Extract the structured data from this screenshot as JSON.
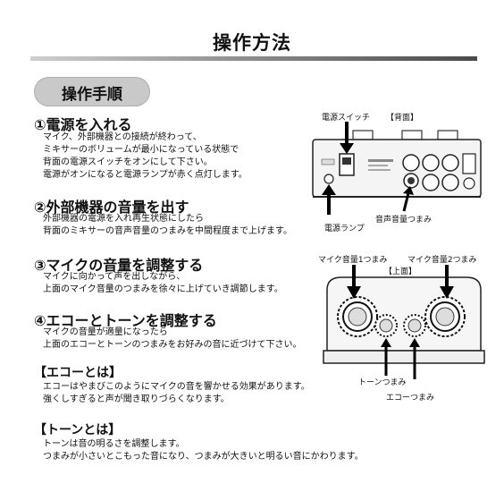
{
  "page_title": "操作方法",
  "section_pill": "操作手順",
  "steps": [
    {
      "title": "①電源を入れる",
      "lines": [
        "マイク、外部機器との接続が終わって、",
        "ミキサーのボリュームが最小になっている状態で",
        "背面の電源スイッチをオンにして下さい。",
        "電源がオンになると電源ランプが赤く点灯します。"
      ]
    },
    {
      "title": "②外部機器の音量を出す",
      "lines": [
        "外部機器の電源を入れ再生状態にしたら",
        "背面のミキサーの音声音量のつまみを中間程度まで上げます。"
      ]
    },
    {
      "title": "③マイクの音量を調整する",
      "lines": [
        "マイクに向かって声を出しながら、",
        "上面のマイク音量のつまみを徐々に上げていき調節します。"
      ]
    },
    {
      "title": "④エコーとトーンを調整する",
      "lines": [
        "マイクの音量が適量になったら",
        "上面のエコーとトーンのつまみをお好みの音に近づけて下さい。"
      ]
    }
  ],
  "echo": {
    "title": "【エコーとは】",
    "lines": [
      "エコーはやまびこのようにマイクの音を響かせる効果があります。",
      "強くしすぎると声が聞き取りづらくなります。"
    ]
  },
  "tone": {
    "title": "【トーンとは】",
    "lines": [
      "トーンは音の明るさを調整します。",
      "つまみが小さいとこもった音になり、つまみが大きいと明るい音にかわります。"
    ]
  },
  "rear_diagram": {
    "power_switch_label": "電源スイッチ",
    "view_label": "【背面】",
    "power_lamp_label": "電源ランプ",
    "audio_volume_label": "音声音量つまみ"
  },
  "top_diagram": {
    "mic1_label": "マイク音量1つまみ",
    "mic2_label": "マイク音量2つまみ",
    "view_label": "【上面】",
    "tone_label": "トーンつまみ",
    "echo_label": "エコーつまみ"
  }
}
